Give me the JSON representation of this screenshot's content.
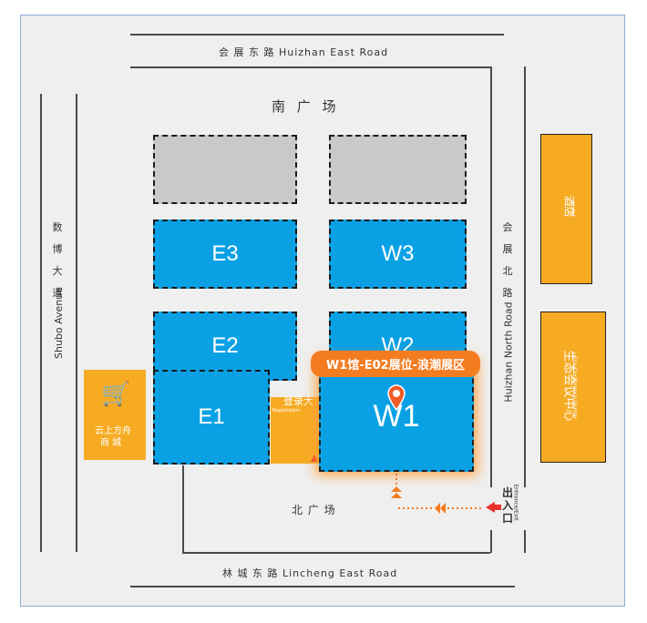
{
  "roads": {
    "top": "会 展 东 路  Huizhan East Road",
    "bottom": "林 城 东 路  Lincheng East Road",
    "left_cn": [
      "数",
      "博",
      "大",
      "道"
    ],
    "left_en": "Shubo Avenue",
    "right_cn": [
      "会",
      "展",
      "北",
      "路"
    ],
    "right_en": "Huizhan North Road"
  },
  "squares": {
    "south": "南  广  场",
    "north": "北  广  场"
  },
  "halls": {
    "e3": "E3",
    "w3": "W3",
    "e2": "E2",
    "w2": "W2",
    "e1": "E1",
    "w1": "W1"
  },
  "callout": "W1馆-E02展位-浪潮展区",
  "side_buildings": {
    "mall_line1": "云上方舟",
    "mall_line2": "商 城",
    "registration": "登录大",
    "registration_en": "Registration",
    "hotel": "酒店",
    "hotel_en": "Hotel",
    "ecology_center": "生态会议中心",
    "ecology_center_en": "Eco Conference Center"
  },
  "entrance": {
    "cn": "出入口",
    "en": "Entrance/Exit"
  },
  "colors": {
    "hall_blue": "#0aa1e4",
    "hall_gray": "#c9c9c9",
    "orange": "#f6ab23",
    "callout_orange": "#f47c20",
    "route_arrow": "#f47c20",
    "entrance_arrow": "#e8322c"
  }
}
